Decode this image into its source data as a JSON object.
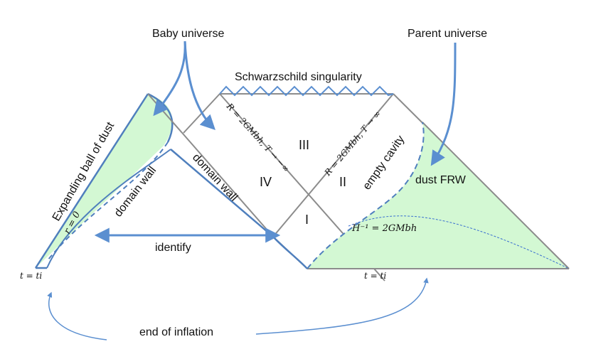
{
  "labels": {
    "baby_universe": "Baby universe",
    "parent_universe": "Parent universe",
    "singularity": "Schwarzschild singularity",
    "region_iii": "III",
    "region_iv": "IV",
    "region_ii": "II",
    "region_i": "I",
    "horizon_left": "R = 2GMbh, T → −∞",
    "horizon_right": "R = 2GMbh, T → ∞",
    "empty_cavity": "empty cavity",
    "dust_frw": "dust FRW",
    "hubble": "H⁻¹ = 2GMbh",
    "expanding_ball": "Expanding ball of dust",
    "domain_wall_left": "domain wall",
    "domain_wall_right": "domain wall",
    "r_zero": "r = 0",
    "identify": "identify",
    "t_left": "t = ti",
    "t_right": "t = ti",
    "end_of_inflation": "end of inflation"
  },
  "colors": {
    "dust_fill": "#d3f8d3",
    "wall": "#4f7fbd",
    "arrow": "#5b8fd0",
    "diagram_line": "#8c8c8c",
    "singularity": "#5b8fd0",
    "hubble_curve": "#3a6fd0"
  }
}
